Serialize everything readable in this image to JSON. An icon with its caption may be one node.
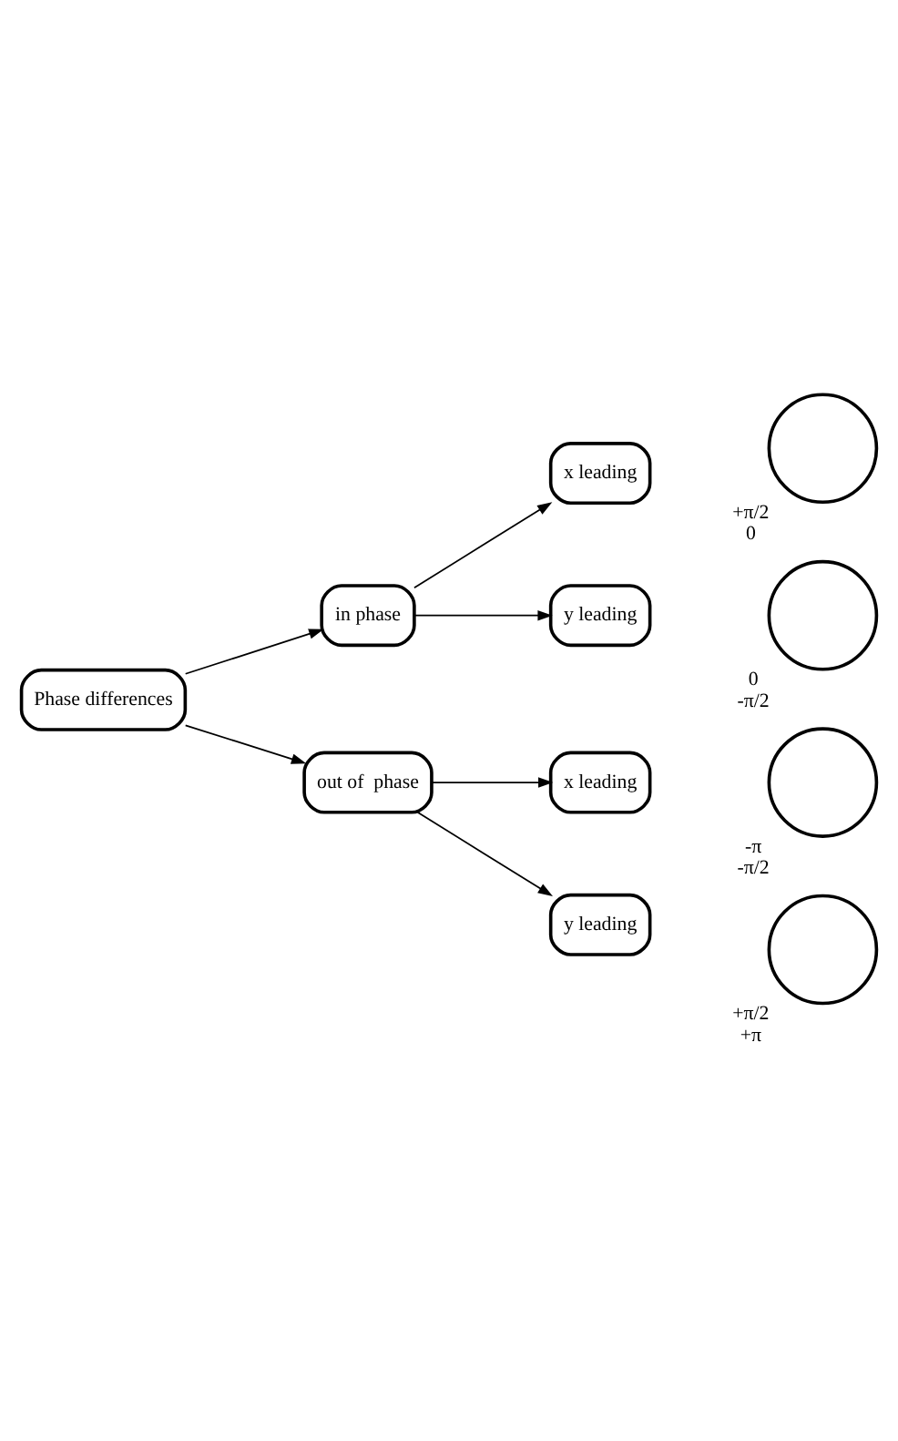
{
  "diagram": {
    "nodes": [
      {
        "text": [
          "Phase differences"
        ]
      },
      {
        "text": [
          "in phase"
        ]
      },
      {
        "text": [
          "x leading"
        ]
      },
      {
        "text": [
          "y leading"
        ]
      },
      {
        "text": [
          "out of  phase"
        ]
      },
      {
        "text": [
          "x leading"
        ]
      },
      {
        "text": [
          "y leading"
        ]
      },
      {
        "text": [],
        "shape": "circle",
        "beside": [
          "+π/2",
          "0"
        ]
      },
      {
        "text": [],
        "shape": "circle",
        "beside": [
          "0",
          "-π/2"
        ]
      },
      {
        "text": [],
        "shape": "circle",
        "beside": [
          "-π",
          "-π/2"
        ]
      },
      {
        "text": [],
        "shape": "circle",
        "beside": [
          "+π/2",
          "+π"
        ]
      }
    ],
    "edges": [
      {
        "from": 0,
        "to": 1,
        "arrow": "to"
      },
      {
        "from": 0,
        "to": 4,
        "arrow": "to"
      },
      {
        "from": 1,
        "to": 2,
        "arrow": "to"
      },
      {
        "from": 1,
        "to": 3,
        "arrow": "to"
      },
      {
        "from": 4,
        "to": 5,
        "arrow": "to"
      },
      {
        "from": 4,
        "to": 6,
        "arrow": "to"
      }
    ]
  }
}
